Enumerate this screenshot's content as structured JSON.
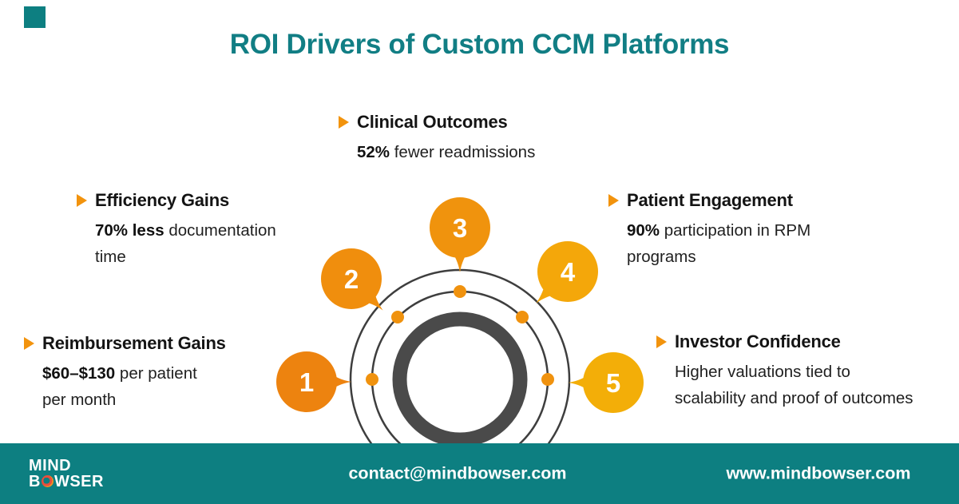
{
  "title": "ROI Drivers of Custom CCM Platforms",
  "title_color": "#117E84",
  "corner_accent_color": "#0D7F81",
  "bullet_color": "#F2930D",
  "sections": {
    "clinical": {
      "title": "Clinical Outcomes",
      "stat": "52%",
      "desc": " fewer readmissions",
      "line2": ""
    },
    "efficiency": {
      "title": "Efficiency Gains",
      "stat": "70% less",
      "desc": " documentation",
      "line2": "time"
    },
    "patient": {
      "title": "Patient Engagement",
      "stat": "90%",
      "desc": " participation in RPM",
      "line2": "programs"
    },
    "reimbursement": {
      "title": "Reimbursement Gains",
      "stat": "$60–$130",
      "desc": " per patient",
      "line2": "per month"
    },
    "investor": {
      "title": "Investor Confidence",
      "stat": "",
      "desc": "Higher valuations tied to",
      "line2": "scalability and proof of outcomes"
    }
  },
  "diagram": {
    "circle_color": "#3E3E3E",
    "ring_color": "#4A4A4A",
    "dot_color": "#F0920E",
    "bubbles": [
      {
        "number": "1",
        "color": "#ED830F"
      },
      {
        "number": "2",
        "color": "#F08E0D"
      },
      {
        "number": "3",
        "color": "#F0930D"
      },
      {
        "number": "4",
        "color": "#F4A70A"
      },
      {
        "number": "5",
        "color": "#F3AE08"
      }
    ]
  },
  "footer": {
    "bg_color": "#0D7F81",
    "logo_line1": "MIND",
    "logo_line2_pre": "B",
    "logo_line2_post": "WSER",
    "email": "contact@mindbowser.com",
    "website": "www.mindbowser.com"
  }
}
